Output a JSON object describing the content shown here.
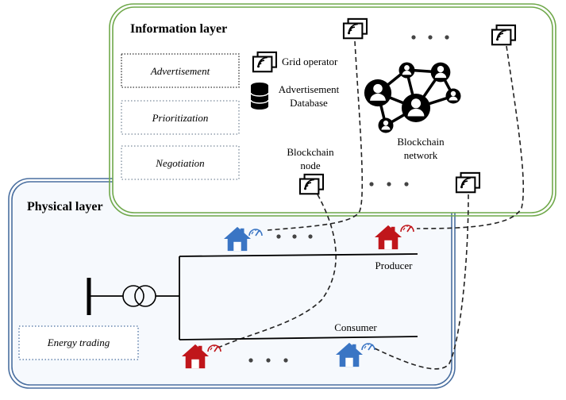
{
  "physical_layer": {
    "title": "Physical layer",
    "box_label": "Energy trading",
    "producer_label": "Producer",
    "consumer_label": "Consumer",
    "fill_color": "#f6f9fd",
    "border_color": "#4a6fa0"
  },
  "information_layer": {
    "title": "Information layer",
    "boxes": [
      "Advertisement",
      "Prioritization",
      "Negotiation"
    ],
    "grid_operator_label": "Grid operator",
    "database_label_line1": "Advertisement",
    "database_label_line2": "Database",
    "node_label_line1": "Blockchain",
    "node_label_line2": "node",
    "network_label_line1": "Blockchain",
    "network_label_line2": "network",
    "border_color": "#6fa84a"
  },
  "colors": {
    "producer_house": "#c0161b",
    "consumer_house": "#3a75c4"
  },
  "icons": [
    "grid-operator-icon",
    "database-icon",
    "blockchain-node-icon",
    "blockchain-network-icon",
    "house-icon",
    "smart-meter-icon",
    "transformer-icon",
    "busbar-icon"
  ]
}
